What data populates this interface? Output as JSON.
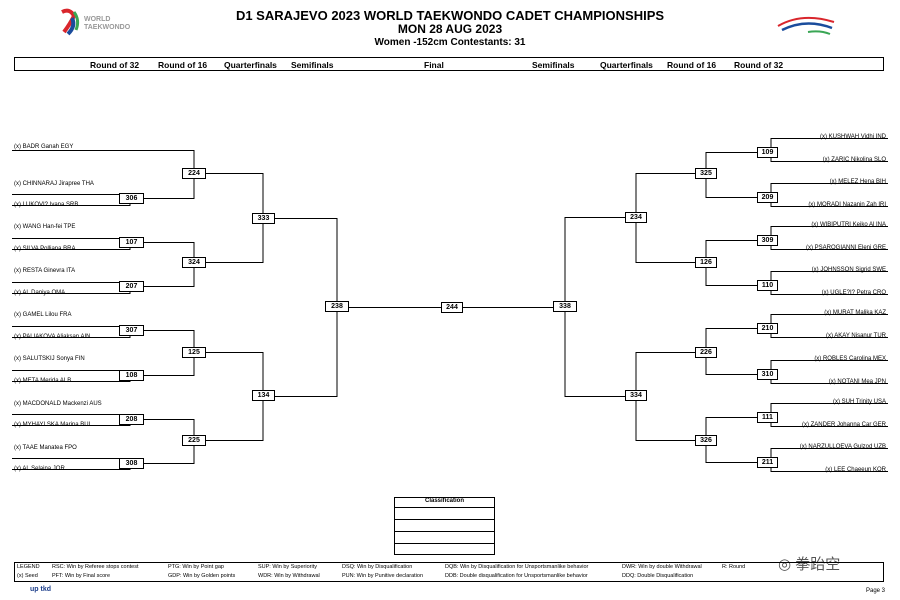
{
  "header": {
    "title": "D1 SARAJEVO 2023 WORLD TAEKWONDO CADET CHAMPIONSHIPS",
    "date": "MON 28 AUG 2023",
    "category": "Women -152cm  Contestants: 31",
    "logo_left_text": [
      "WORLD",
      "TAEKWONDO"
    ]
  },
  "rounds": {
    "left": [
      "Round of 32",
      "Round of 16",
      "Quarterfinals",
      "Semifinals"
    ],
    "final": "Final",
    "right": [
      "Semifinals",
      "Quarterfinals",
      "Round of 16",
      "Round of 32"
    ]
  },
  "left_athletes": [
    "(x) BADR Ganah EGY",
    "(x) CHINNARAJ Jirapree THA",
    "(x) LUKOVI? Ivana SRB",
    "(x) WANG Han-fei TPE",
    "(x) SILVA Polliana BRA",
    "(x) RESTA Ginevra ITA",
    "(x) AL Daniya OMA",
    "(x) GAMEL Lilou FRA",
    "(x) PALIAKOVA Aliaksan AIN",
    "(x) SALUTSKIJ Sonya FIN",
    "(x) META Merida ALB",
    "(x) MACDONALD Mackenzi AUS",
    "(x) MYHAYLSKA Marina BUL",
    "(x) TAAE Manatea FPO",
    "(x) AL Selaina JOR"
  ],
  "right_athletes": [
    "(x) KUSHWAH Vidhi IND",
    "(x) ZARIC Nikolina SLO",
    "(x) MELEZ Hena BIH",
    "(x) MORADI Nazanin Zah IRI",
    "(x) WIBIPUTRI Keiko Al INA",
    "(x) PSAROGIANNI Eleni GRE",
    "(x) JOHNSSON Sigrid SWE",
    "(x) UGLE?I? Petra CRO",
    "(x) MURAT Malika KAZ",
    "(x) AKAY Nisanur TUR",
    "(x) ROBLES Carolina MEX",
    "(x) NOTANI Mea JPN",
    "(x) SUH Trinity USA",
    "(x) ZANDER Johanna Car GER",
    "(x) NARZULLOEVA Gulzod UZB",
    "(x) LEE Chaeeun KOR"
  ],
  "matches": {
    "left_r32": [
      "306",
      "107",
      "207",
      "307",
      "108",
      "208",
      "308"
    ],
    "left_r16": [
      "224",
      "324",
      "125",
      "225"
    ],
    "left_qf": [
      "333",
      "134"
    ],
    "left_sf": "238",
    "final": "244",
    "right_sf": "338",
    "right_qf": [
      "234",
      "334"
    ],
    "right_r16": [
      "325",
      "126",
      "226",
      "326"
    ],
    "right_r32": [
      "109",
      "209",
      "309",
      "110",
      "210",
      "310",
      "111",
      "211"
    ]
  },
  "classification": {
    "title": "Classification"
  },
  "legend": {
    "row1": [
      "LEGEND",
      "RSC: Win by Referee stops contest",
      "PTG: Win by Point gap",
      "SUP: Win by Superiority",
      "DSQ: Win by Disqualification",
      "DQB: Win by Disqualification for Unsportsmanlike behavior",
      "DWR: Win by double Withdrawal",
      "R: Round"
    ],
    "row2": [
      "(x) Seed",
      "PFT: Win by Final score",
      "GDP: Win by Golden points",
      "WDR: Win by Withdrawal",
      "PUN: Win by Punitive declaration",
      "DDB: Double disqualification for Unsportsmanlike behavior",
      "DDQ: Double Disqualification"
    ]
  },
  "footer": {
    "logo": "up tkd",
    "page": "Page 3",
    "watermark": "拳跆空"
  },
  "colors": {
    "wt_red": "#d9262c",
    "wt_blue": "#1a4c9c",
    "wt_green": "#3aa655"
  }
}
